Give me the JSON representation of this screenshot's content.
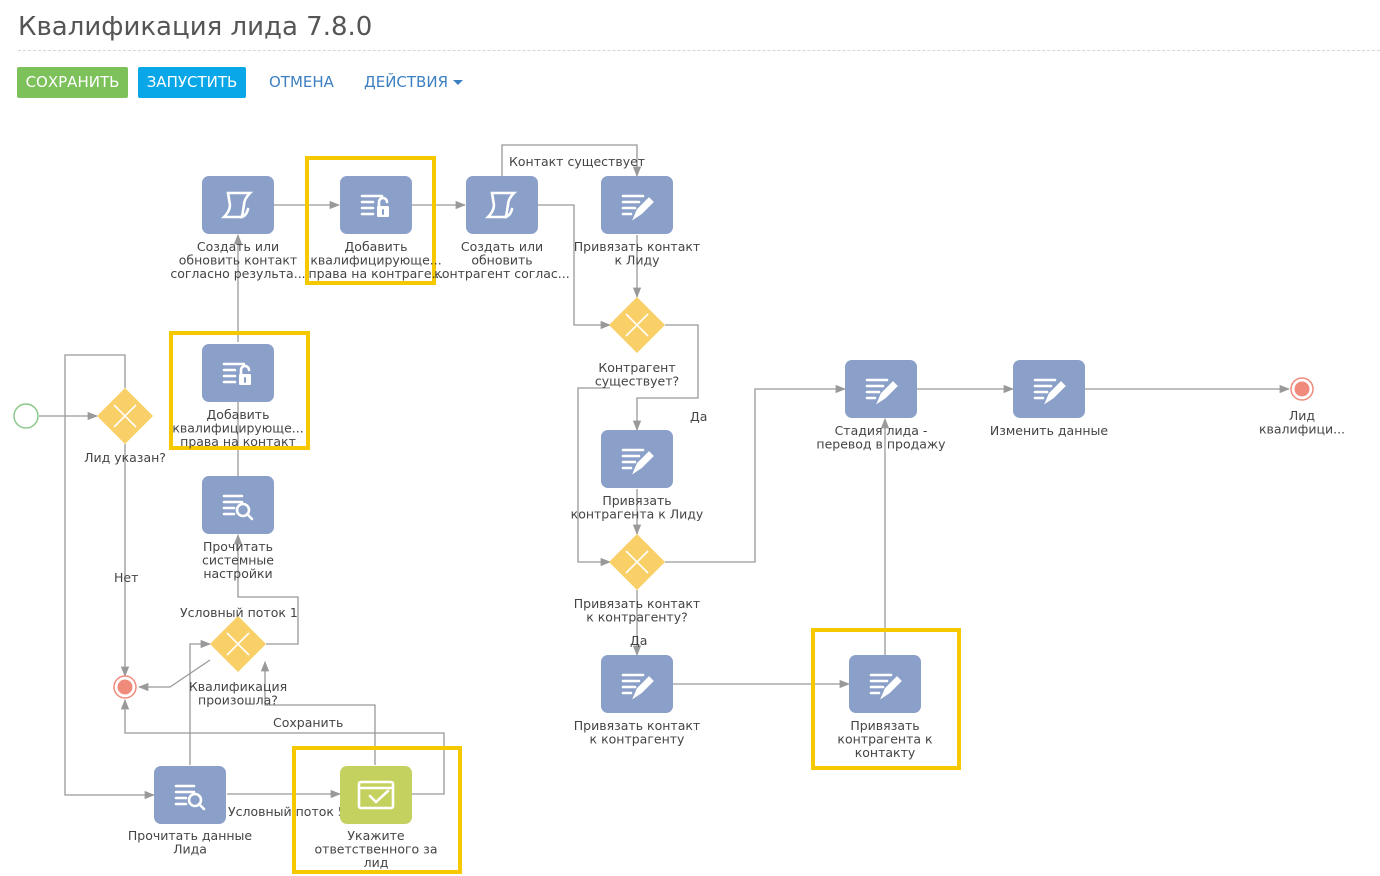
{
  "header": {
    "title": "Квалификация лида 7.8.0"
  },
  "toolbar": {
    "save_label": "СОХРАНИТЬ",
    "run_label": "ЗАПУСТИТЬ",
    "cancel_label": "ОТМЕНА",
    "actions_label": "ДЕЙСТВИЯ"
  },
  "diagram": {
    "colors": {
      "task": "#8aa0c8",
      "user_task": "#c5d15f",
      "gateway": "#f9cf68",
      "highlight": "#f5c800",
      "end_event": "#f08b7b",
      "flow": "#999999"
    },
    "nodes": [
      {
        "id": "start",
        "kind": "start",
        "label": []
      },
      {
        "id": "gw_lead",
        "kind": "gateway",
        "label": [
          "Лид указан?"
        ]
      },
      {
        "id": "read_lead",
        "kind": "task",
        "icon": "read-data-icon",
        "label": [
          "Прочитать данные",
          "Лида"
        ]
      },
      {
        "id": "specify_resp",
        "kind": "user_task",
        "icon": "checkmark-icon",
        "highlighted": true,
        "label": [
          "Укажите",
          "ответственного за",
          "лид"
        ]
      },
      {
        "id": "end_left",
        "kind": "end",
        "label": []
      },
      {
        "id": "gw_qual",
        "kind": "gateway",
        "label": [
          "Квалификация",
          "произошла?"
        ]
      },
      {
        "id": "read_sys",
        "kind": "task",
        "icon": "read-data-icon",
        "label": [
          "Прочитать",
          "системные",
          "настройки"
        ]
      },
      {
        "id": "add_rights_contact",
        "kind": "task",
        "icon": "access-rights-icon",
        "highlighted": true,
        "label": [
          "Добавить",
          "квалифицирующе...",
          "права на контакт"
        ]
      },
      {
        "id": "create_contact",
        "kind": "task",
        "icon": "script-icon",
        "label": [
          "Создать или",
          "обновить контакт",
          "согласно результа..."
        ]
      },
      {
        "id": "add_rights_account",
        "kind": "task",
        "icon": "access-rights-icon",
        "highlighted": true,
        "label": [
          "Добавить",
          "квалифицирующе...",
          "права на контраге..."
        ]
      },
      {
        "id": "create_account",
        "kind": "task",
        "icon": "script-icon",
        "label": [
          "Создать или",
          "обновить",
          "контрагент соглас..."
        ]
      },
      {
        "id": "link_contact_lead",
        "kind": "task",
        "icon": "edit-data-icon",
        "label": [
          "Привязать контакт",
          "к Лиду"
        ]
      },
      {
        "id": "gw_account",
        "kind": "gateway",
        "label": [
          "Контрагент",
          "существует?"
        ]
      },
      {
        "id": "link_account_lead",
        "kind": "task",
        "icon": "edit-data-icon",
        "label": [
          "Привязать",
          "контрагента к Лиду"
        ]
      },
      {
        "id": "gw_link",
        "kind": "gateway",
        "label": [
          "Привязать контакт",
          "к контрагенту?"
        ]
      },
      {
        "id": "link_contact_account",
        "kind": "task",
        "icon": "edit-data-icon",
        "label": [
          "Привязать контакт",
          "к контрагенту"
        ]
      },
      {
        "id": "link_account_contact",
        "kind": "task",
        "icon": "edit-data-icon",
        "highlighted": true,
        "label": [
          "Привязать",
          "контрагента к",
          "контакту"
        ]
      },
      {
        "id": "stage_sale",
        "kind": "task",
        "icon": "edit-data-icon",
        "label": [
          "Стадия лида -",
          "перевод в продажу"
        ]
      },
      {
        "id": "change_data",
        "kind": "task",
        "icon": "edit-data-icon",
        "label": [
          "Изменить данные"
        ]
      },
      {
        "id": "end_right",
        "kind": "end",
        "label": [
          "Лид",
          "квалифици..."
        ]
      }
    ],
    "flow_labels": {
      "contact_exists": "Контакт существует",
      "no": "Нет",
      "cond_flow_1": "Условный поток 1",
      "save": "Сохранить",
      "cond_flow_5": "Условный поток 5",
      "yes_account": "Да",
      "yes_link": "Да"
    }
  }
}
